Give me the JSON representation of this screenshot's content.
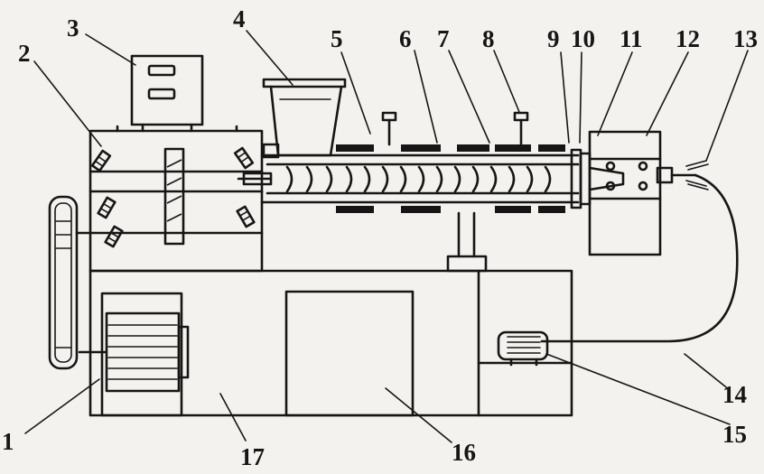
{
  "callouts": [
    "1",
    "2",
    "3",
    "4",
    "5",
    "6",
    "7",
    "8",
    "9",
    "10",
    "11",
    "12",
    "13",
    "14",
    "15",
    "16",
    "17"
  ]
}
